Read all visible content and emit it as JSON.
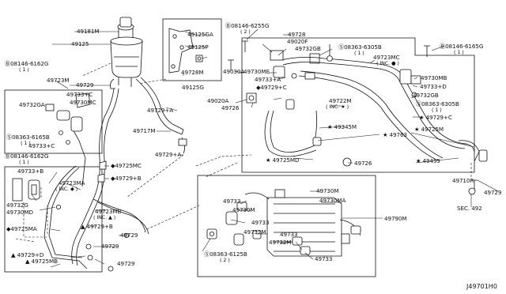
{
  "diagram_code": "J49701H0",
  "callouts": {
    "p49181M": "49181M",
    "p49125": "49125",
    "p08146_6162G_a": "Ⓑ08146-6162G",
    "p08146_6162G_a_qty": "( 1 )",
    "p49723M": "49723M",
    "p49729_a": "49729",
    "p49125GA": "49125GA",
    "p49125P": "49125P",
    "p49728M": "49728M",
    "p49125G": "49125G",
    "p08146_6255G": "Ⓑ08146-6255G",
    "p08146_6255G_qty": "( 2 )",
    "p49728": "49728",
    "p49020F": "49020F",
    "p49732GB_a": "49732GB",
    "p08363_6305B_a": "Ⓢ08363-6305B",
    "p08363_6305B_a_qty": "( 1 )",
    "p49723MC_a": "49723MC",
    "p49723MC_a_inc": "( INC. ● )",
    "p08146_6165G": "Ⓑ08146-6165G",
    "p08146_6165G_qty": "( 1 )",
    "p49030A": "49030A",
    "p49730ME": "49730ME",
    "p49733A_a": "49733+A",
    "p49730MB": "49730MB",
    "p49733D": "49733+D",
    "p49732GB_b": "49732GB",
    "p08363_6305B_b": "Ⓢ08363-6305B",
    "p08363_6305B_b_qty": "( 1 )",
    "p49729C_top": "◆49729+C",
    "p49020A": "49020A",
    "p49726_a": "49726",
    "p49722M": "49722M",
    "p49722M_inc": "( INC. ★ )",
    "p49729C_right": "★ 49729+C",
    "p49729A_a": "49729+A",
    "p49732GA": "49732GA",
    "p49733C_a": "49733+C",
    "p49730MC": "49730MC",
    "p08363_6165B": "Ⓢ08363-6165B",
    "p08363_6165B_qty": "( 1 )",
    "p49733C_b": "49733+C",
    "p49717M": "49717M",
    "p49345M": "★ 49345M",
    "p49763": "★ 49763",
    "p49725M_r": "★ 49725M",
    "p49729A_b": "49729+A",
    "p08146_6162G_b": "Ⓑ08146-6162G",
    "p08146_6162G_b_qty": "( 1 )",
    "p49725MD": "★ 49725MD",
    "p49726_b": "49726",
    "p49455": "★ 49455",
    "p49725MC": "◆49725MC",
    "p49729B_a": "◆49729+B",
    "p49733B": "49733+B",
    "p49723MA": "49723MA",
    "p49723MA_inc": "( INC. ◆ )",
    "p49732G": "49732G",
    "p49730MD": "49730MD",
    "p49710R": "49710R",
    "p49729_right": "49729",
    "p49730M_a": "49730M",
    "p49730MA": "49730MA",
    "p49790M": "49790M",
    "p49733_a": "49733",
    "p49723MB": "49723MB",
    "p49723MB_inc": "( INC. ▲ )",
    "p49729B_b": "▲ 49729+B",
    "p49725MA": "◆49725MA",
    "p49729_b": "49729",
    "p49733_b": "49733",
    "p49730M_b": "49730M",
    "p49732M_a": "49732M",
    "p49733_c": "49733",
    "p49732M_b": "49732M",
    "p49729_c": "49729",
    "p08363_6125B": "Ⓢ08363-6125B",
    "p08363_6125B_qty": "( 2 )",
    "p49733_d": "49733",
    "p49729D": "▲ 49729+D",
    "p49725MB": "▲ 49725MB",
    "p49729_d": "49729",
    "sec492": "SEC. 492"
  }
}
